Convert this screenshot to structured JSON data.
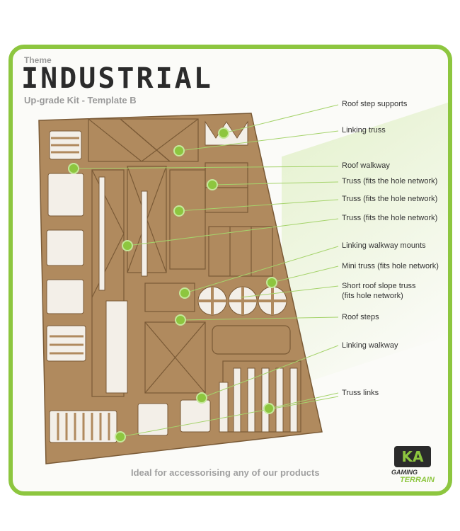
{
  "header": {
    "theme_label": "Theme",
    "title": "INDUSTRIAL",
    "subtitle": "Up-grade Kit - Template B"
  },
  "labels": [
    "Roof step supports",
    "Linking truss",
    "Roof walkway",
    "Truss (fits the hole network)",
    "Truss (fits the hole network)",
    "Truss (fits the hole network)",
    "Linking walkway mounts",
    "Mini truss (fits hole network)",
    "Short roof slope truss",
    "(fits hole network)",
    "Roof steps",
    "Linking walkway",
    "Truss links"
  ],
  "footer": {
    "tagline": "Ideal for accessorising any of our products"
  },
  "logo": {
    "mark": "KA",
    "line1": "GAMING",
    "line2": "TERRAIN"
  },
  "colors": {
    "accent": "#8dc63f",
    "mdf": "#b08a5e",
    "mdf_dark": "#7a5a36",
    "title": "#2b2b2b"
  }
}
